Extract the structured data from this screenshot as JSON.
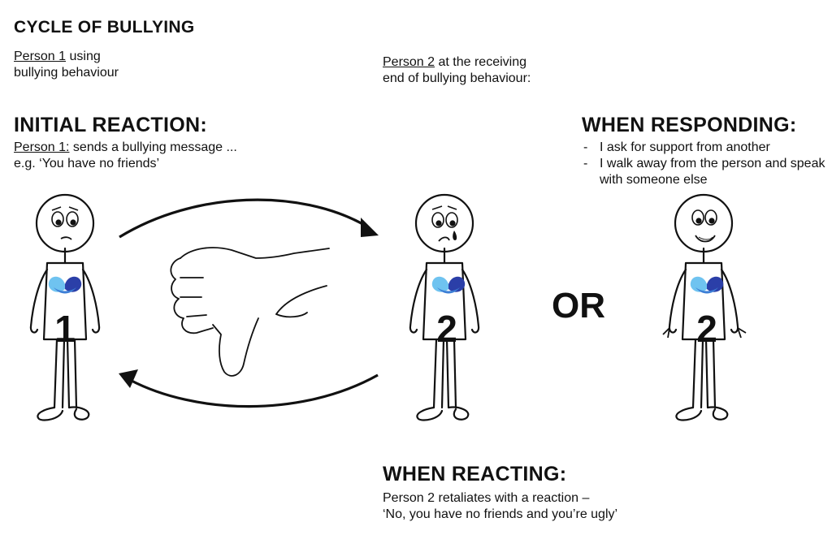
{
  "title": "CYCLE OF BULLYING",
  "person1_intro": {
    "name": "Person 1",
    "rest_line1": " using",
    "line2": "bullying behaviour"
  },
  "person2_intro": {
    "name": "Person 2",
    "rest_line1": " at the receiving",
    "line2": "end of bullying behaviour:"
  },
  "initial_reaction": {
    "heading": "INITIAL REACTION:",
    "label": "Person 1:",
    "text_line1": " sends a bullying message ...",
    "text_line2": "e.g. ‘You have no friends’"
  },
  "when_responding": {
    "heading": "WHEN RESPONDING:",
    "items": [
      "I ask for support from another",
      "I walk away from the person and speak with someone else"
    ]
  },
  "when_reacting": {
    "heading": "WHEN REACTING:",
    "line1": "Person 2 retaliates with a reaction –",
    "line2": "‘No, you have no friends and you’re ugly’"
  },
  "figures": [
    {
      "number": "1",
      "expression": "worried"
    },
    {
      "number": "2",
      "expression": "crying"
    },
    {
      "number": "2",
      "expression": "smiling"
    }
  ],
  "or_label": "OR",
  "icons": [
    "thumbs-down-icon",
    "heart-logo-icon",
    "curved-arrow-right",
    "curved-arrow-left"
  ],
  "colors": {
    "ink": "#111111",
    "logo_light": "#6fc3f0",
    "logo_dark": "#2b3fa8"
  }
}
